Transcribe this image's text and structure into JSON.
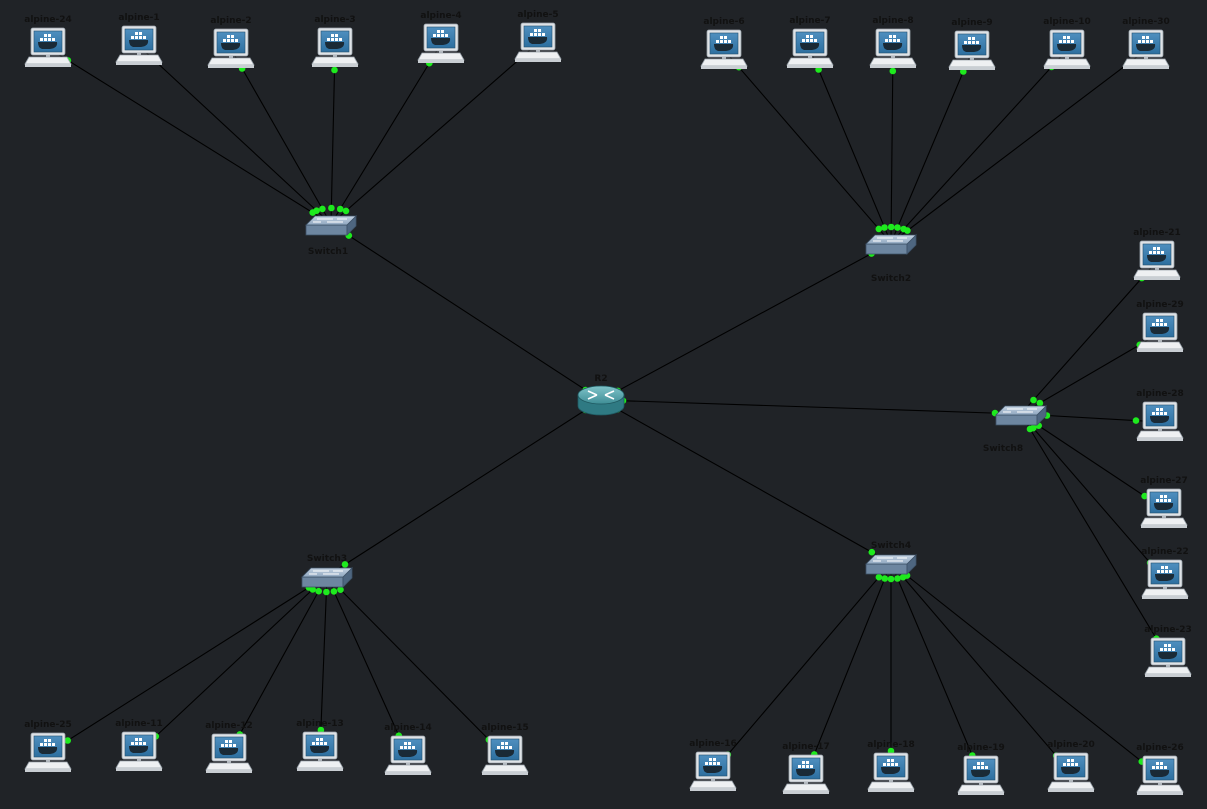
{
  "app": {
    "view": "GNS3 topology canvas",
    "background_color": "#202327",
    "link_color": "#000000",
    "port_color": "#1eea1e"
  },
  "nodes": {
    "router": {
      "label": "R2",
      "icon": "router-icon"
    },
    "switches": [
      {
        "id": "switch1",
        "label": "Switch1",
        "icon": "switch-icon"
      },
      {
        "id": "switch2",
        "label": "Switch2",
        "icon": "switch-icon"
      },
      {
        "id": "switch3",
        "label": "Switch3",
        "icon": "switch-icon"
      },
      {
        "id": "switch4",
        "label": "Switch4",
        "icon": "switch-icon"
      },
      {
        "id": "switch8",
        "label": "Switch8",
        "icon": "switch-icon"
      }
    ],
    "hosts": [
      {
        "id": "alpine-24",
        "label": "alpine-24",
        "icon": "docker-host-icon"
      },
      {
        "id": "alpine-1",
        "label": "alpine-1",
        "icon": "docker-host-icon"
      },
      {
        "id": "alpine-2",
        "label": "alpine-2",
        "icon": "docker-host-icon"
      },
      {
        "id": "alpine-3",
        "label": "alpine-3",
        "icon": "docker-host-icon"
      },
      {
        "id": "alpine-4",
        "label": "alpine-4",
        "icon": "docker-host-icon"
      },
      {
        "id": "alpine-5",
        "label": "alpine-5",
        "icon": "docker-host-icon"
      },
      {
        "id": "alpine-6",
        "label": "alpine-6",
        "icon": "docker-host-icon"
      },
      {
        "id": "alpine-7",
        "label": "alpine-7",
        "icon": "docker-host-icon"
      },
      {
        "id": "alpine-8",
        "label": "alpine-8",
        "icon": "docker-host-icon"
      },
      {
        "id": "alpine-9",
        "label": "alpine-9",
        "icon": "docker-host-icon"
      },
      {
        "id": "alpine-10",
        "label": "alpine-10",
        "icon": "docker-host-icon"
      },
      {
        "id": "alpine-30",
        "label": "alpine-30",
        "icon": "docker-host-icon"
      },
      {
        "id": "alpine-21",
        "label": "alpine-21",
        "icon": "docker-host-icon"
      },
      {
        "id": "alpine-29",
        "label": "alpine-29",
        "icon": "docker-host-icon"
      },
      {
        "id": "alpine-28",
        "label": "alpine-28",
        "icon": "docker-host-icon"
      },
      {
        "id": "alpine-27",
        "label": "alpine-27",
        "icon": "docker-host-icon"
      },
      {
        "id": "alpine-22",
        "label": "alpine-22",
        "icon": "docker-host-icon"
      },
      {
        "id": "alpine-23",
        "label": "alpine-23",
        "icon": "docker-host-icon"
      },
      {
        "id": "alpine-25",
        "label": "alpine-25",
        "icon": "docker-host-icon"
      },
      {
        "id": "alpine-11",
        "label": "alpine-11",
        "icon": "docker-host-icon"
      },
      {
        "id": "alpine-12",
        "label": "alpine-12",
        "icon": "docker-host-icon"
      },
      {
        "id": "alpine-13",
        "label": "alpine-13",
        "icon": "docker-host-icon"
      },
      {
        "id": "alpine-14",
        "label": "alpine-14",
        "icon": "docker-host-icon"
      },
      {
        "id": "alpine-15",
        "label": "alpine-15",
        "icon": "docker-host-icon"
      },
      {
        "id": "alpine-16",
        "label": "alpine-16",
        "icon": "docker-host-icon"
      },
      {
        "id": "alpine-17",
        "label": "alpine-17",
        "icon": "docker-host-icon"
      },
      {
        "id": "alpine-18",
        "label": "alpine-18",
        "icon": "docker-host-icon"
      },
      {
        "id": "alpine-19",
        "label": "alpine-19",
        "icon": "docker-host-icon"
      },
      {
        "id": "alpine-20",
        "label": "alpine-20",
        "icon": "docker-host-icon"
      },
      {
        "id": "alpine-26",
        "label": "alpine-26",
        "icon": "docker-host-icon"
      }
    ]
  },
  "links": [
    [
      "router",
      "switch1"
    ],
    [
      "router",
      "switch2"
    ],
    [
      "router",
      "switch3"
    ],
    [
      "router",
      "switch4"
    ],
    [
      "router",
      "switch8"
    ],
    [
      "switch1",
      "alpine-24"
    ],
    [
      "switch1",
      "alpine-1"
    ],
    [
      "switch1",
      "alpine-2"
    ],
    [
      "switch1",
      "alpine-3"
    ],
    [
      "switch1",
      "alpine-4"
    ],
    [
      "switch1",
      "alpine-5"
    ],
    [
      "switch2",
      "alpine-6"
    ],
    [
      "switch2",
      "alpine-7"
    ],
    [
      "switch2",
      "alpine-8"
    ],
    [
      "switch2",
      "alpine-9"
    ],
    [
      "switch2",
      "alpine-10"
    ],
    [
      "switch2",
      "alpine-30"
    ],
    [
      "switch8",
      "alpine-21"
    ],
    [
      "switch8",
      "alpine-29"
    ],
    [
      "switch8",
      "alpine-28"
    ],
    [
      "switch8",
      "alpine-27"
    ],
    [
      "switch8",
      "alpine-22"
    ],
    [
      "switch8",
      "alpine-23"
    ],
    [
      "switch3",
      "alpine-25"
    ],
    [
      "switch3",
      "alpine-11"
    ],
    [
      "switch3",
      "alpine-12"
    ],
    [
      "switch3",
      "alpine-13"
    ],
    [
      "switch3",
      "alpine-14"
    ],
    [
      "switch3",
      "alpine-15"
    ],
    [
      "switch4",
      "alpine-16"
    ],
    [
      "switch4",
      "alpine-17"
    ],
    [
      "switch4",
      "alpine-18"
    ],
    [
      "switch4",
      "alpine-19"
    ],
    [
      "switch4",
      "alpine-20"
    ],
    [
      "switch4",
      "alpine-26"
    ]
  ]
}
